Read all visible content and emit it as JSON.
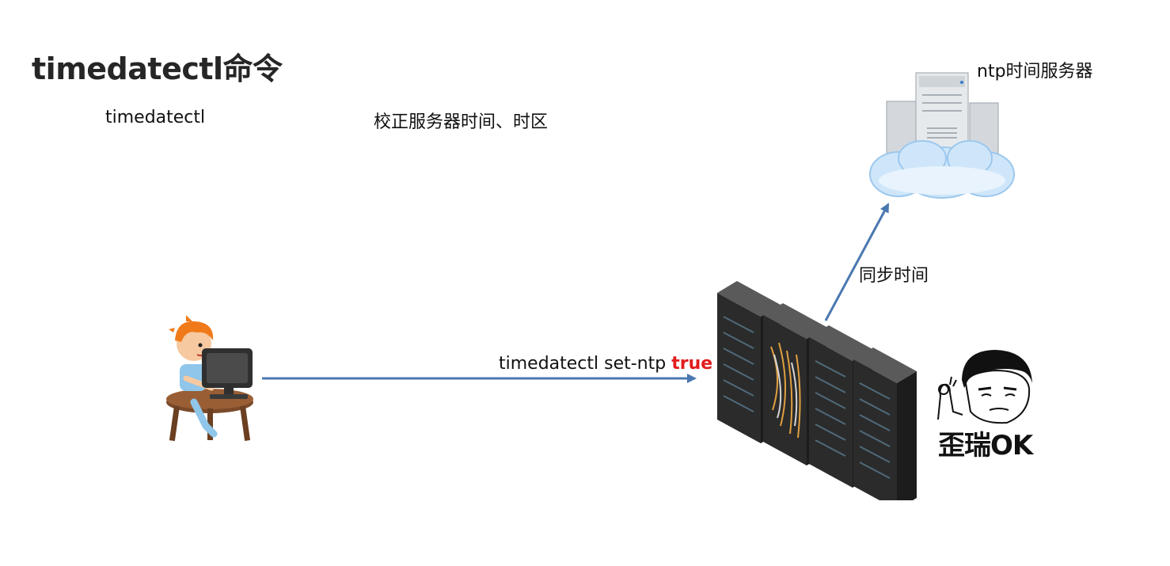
{
  "slide": {
    "title": "timedatectl命令",
    "command": "timedatectl",
    "description": "校正服务器时间、时区",
    "ntp_server_label": "ntp时间服务器",
    "sync_label": "同步时间",
    "set_command_prefix": "timedatectl set-ntp ",
    "set_command_value": "true",
    "meme_caption": "歪瑞OK"
  },
  "colors": {
    "arrow": "#4a78b0",
    "highlight": "#e11d1d",
    "title": "#262626"
  },
  "icons": [
    "user-at-computer-icon",
    "server-rack-icon",
    "cloud-server-icon",
    "meme-ok-icon"
  ]
}
